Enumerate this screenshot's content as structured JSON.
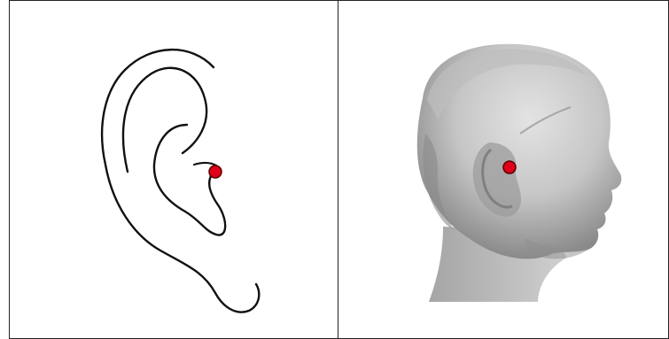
{
  "figure": {
    "panels": [
      {
        "id": "ear-drawing",
        "marker": "landmark-point"
      },
      {
        "id": "head-3d-scan",
        "marker": "landmark-point"
      }
    ]
  },
  "colors": {
    "marker_fill": "#e0001a",
    "marker_stroke": "#5a0000",
    "outline": "#111111",
    "scan_light": "#d9d9d9",
    "scan_dark": "#7a7a7a",
    "border": "#222222"
  }
}
